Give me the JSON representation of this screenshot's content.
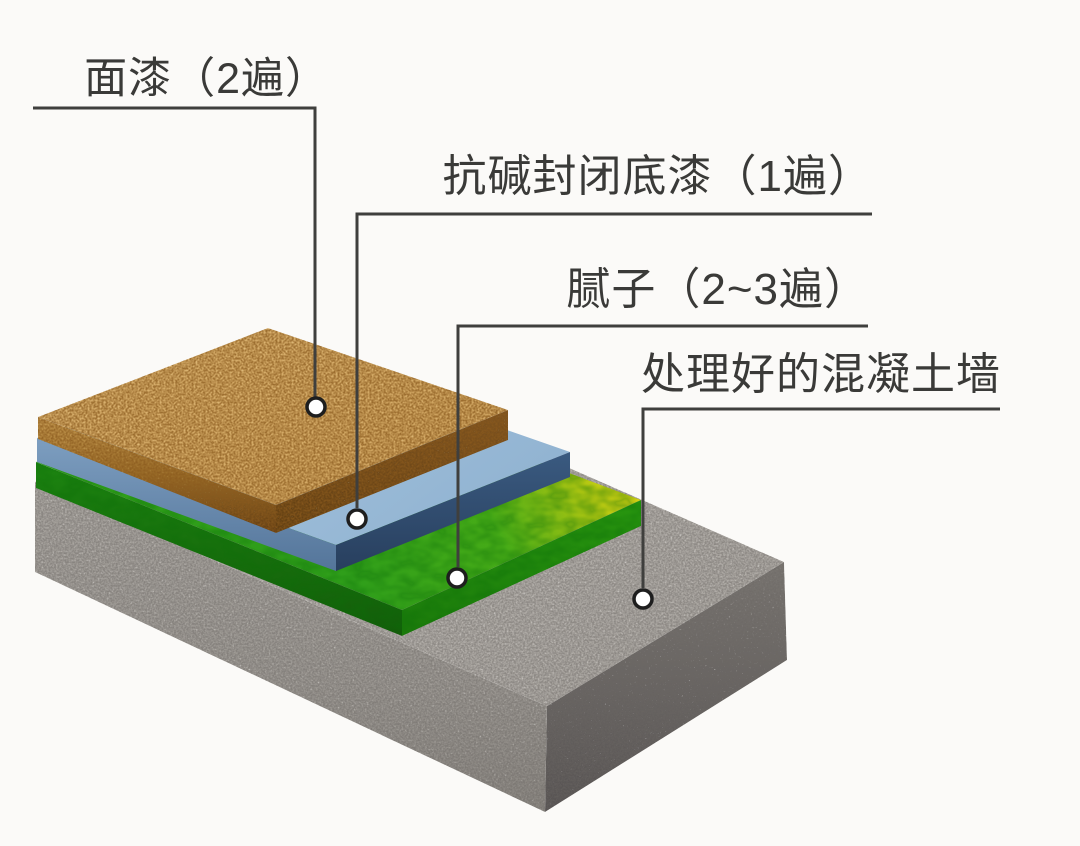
{
  "diagram": {
    "type": "wall-coating-system-cutaway",
    "background": "#fbfaf8",
    "labels": [
      {
        "id": "topcoat",
        "text": "面漆（2遍）"
      },
      {
        "id": "primer",
        "text": "抗碱封闭底漆（1遍）"
      },
      {
        "id": "putty",
        "text": "腻子（2~3遍）"
      },
      {
        "id": "concrete",
        "text": "处理好的混凝土墙"
      }
    ],
    "layer_colors": {
      "topcoat_top": "#d5aa66",
      "topcoat_side": "#6b4415",
      "primer_top": "#a6c4de",
      "primer_side": "#33506e",
      "putty_green": "#36a51e",
      "putty_yellow": "#ddd513",
      "putty_side": "#1f8c10",
      "concrete_top": "#b7b3ae",
      "concrete_side_left": "#a19d98",
      "concrete_side_right": "#6b6763"
    },
    "leader_line_color": "#3f3f3d",
    "text_color": "#3a3a38"
  }
}
